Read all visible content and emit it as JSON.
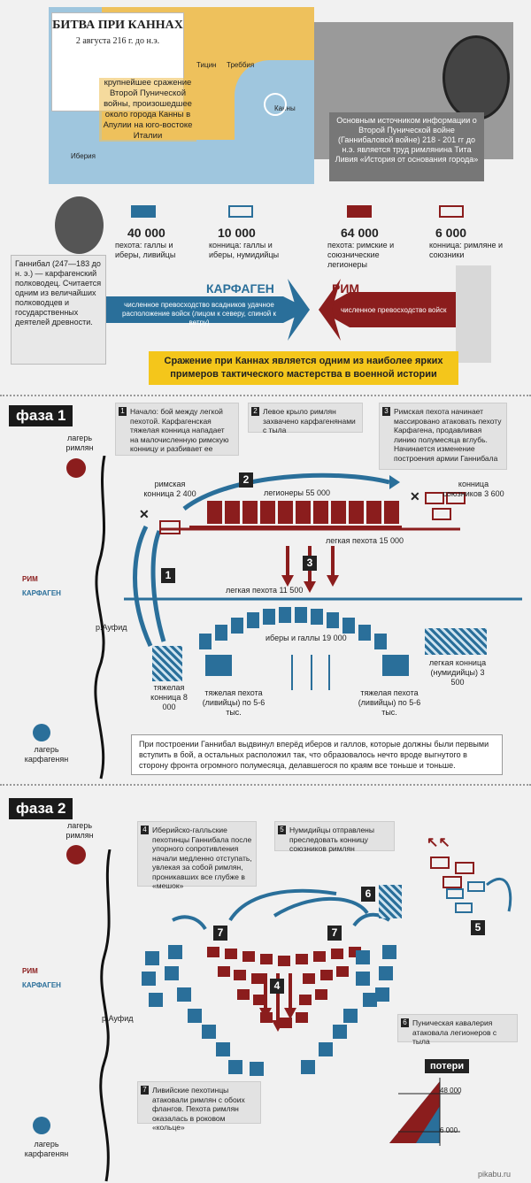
{
  "header": {
    "title": "БИТВА ПРИ КАННАХ",
    "date": "2 августа 216 г. до н.э.",
    "intro": "крупнейшее сражение Второй Пунической войны, произошедшее около города Канны в Апулии на юго-востоке Италии"
  },
  "map_labels": {
    "tician": "Тицин",
    "trebia": "Треббия",
    "kanny": "Канны",
    "iberia": "Иберия"
  },
  "source_text": "Основным источником информации о Второй Пунической войне (Ганнибаловой войне) 218 - 201 гг до н.э. является труд римлянина Тита Ливия «История от основания города»",
  "hannibal_bio": "Ганнибал (247—183 до н. э.) — карфагенский полководец. Считается одним из величайших полководцев и государственных деятелей древности.",
  "forces": [
    {
      "num": "40 000",
      "caption": "пехота: галлы и иберы, ливийцы",
      "side": "carthage"
    },
    {
      "num": "10 000",
      "caption": "конница: галлы и иберы, нумидийцы",
      "side": "carthage"
    },
    {
      "num": "64 000",
      "caption": "пехота: римские и союзнические легионеры",
      "side": "rome"
    },
    {
      "num": "6 000",
      "caption": "конница: римляне и союзники",
      "side": "rome"
    }
  ],
  "arrows": {
    "carthage": "КАРФАГЕН",
    "carthage_text": "численное превосходство всадников удачное расположение войск (лицом к северу, спиной к ветру)",
    "rome": "РИМ",
    "rome_text": "численное превосходство войск"
  },
  "banner": "Сражение при Каннах является одним из наиболее ярких примеров тактического мастерства в военной истории",
  "colors": {
    "rome": "#8b1d1d",
    "carthage": "#2a6f9a",
    "banner": "#f4c61b",
    "map": "#eec15c"
  },
  "phase1": {
    "title": "фаза 1",
    "notes": [
      {
        "n": "1",
        "text": "Начало: бой между легкой пехотой. Карфагенская тяжелая конница нападает на малочисленную римскую конницу и разбивает ее"
      },
      {
        "n": "2",
        "text": "Левое крыло римлян захвачено карфагенянами с тыла"
      },
      {
        "n": "3",
        "text": "Римская пехота начинает массировано атаковать пехоту Карфагена, продавливая линию полумесяца вглубь. Начинается изменение построения армии Ганнибала"
      }
    ],
    "labels": {
      "camp_rome": "лагерь римлян",
      "camp_carth": "лагерь карфагенян",
      "rome": "РИМ",
      "carthage": "КАРФАГЕН",
      "river": "р.Ауфид",
      "rom_cav": "римская конница 2 400",
      "legion": "легионеры 55 000",
      "ally_cav": "конница союзников 3 600",
      "light_rome": "легкая пехота 15 000",
      "light_carth": "легкая пехота 11 500",
      "iber": "иберы и галлы 19 000",
      "heavy_cav": "тяжелая конница 8 000",
      "heavy_inf_l": "тяжелая пехота (ливийцы) по 5-6 тыс.",
      "heavy_inf_r": "тяжелая пехота (ливийцы) по 5-6 тыс.",
      "numid": "легкая конница (нумидийцы) 3 500"
    },
    "bottom_note": "При построении Ганнибал выдвинул вперёд иберов и галлов, которые должны были первыми вступить в бой, а остальных расположил так, что образовалось нечто вроде выгнутого в сторону фронта огромного полумесяца, делавшегося по краям все тоньше и тоньше."
  },
  "phase2": {
    "title": "фаза 2",
    "notes": [
      {
        "n": "4",
        "text": "Иберийско-галльские пехотинцы Ганнибала после упорного сопротивления начали медленно отступать, увлекая за собой римлян, проникавших все глубже в «мешок»"
      },
      {
        "n": "5",
        "text": "Нумидийцы отправлены преследовать конницу союзников римлян"
      },
      {
        "n": "6",
        "text": "Пуническая кавалерия атаковала легионеров с тыла"
      },
      {
        "n": "7",
        "text": "Ливийские пехотинцы атаковали римлян с обоих флангов. Пехота римлян оказалась в роковом «кольце»"
      }
    ],
    "labels": {
      "camp_rome": "лагерь римлян",
      "camp_carth": "лагерь карфагенян",
      "rome": "РИМ",
      "carthage": "КАРФАГЕН",
      "river": "р.Ауфид",
      "losses": "потери",
      "loss_rome": "48 000",
      "loss_carth": "6 000"
    }
  },
  "watermark": "pikabu.ru"
}
